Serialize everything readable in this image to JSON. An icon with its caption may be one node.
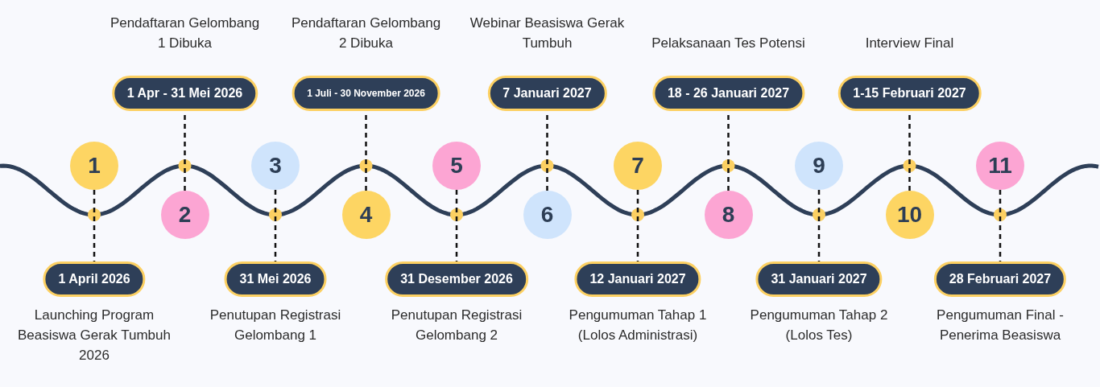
{
  "diagram": {
    "nodes": [
      {
        "text": [
          "1"
        ]
      },
      {
        "text": [
          "1 April 2026"
        ],
        "beside": [
          "Launching Program Beasiswa Gerak Tumbuh 2026"
        ]
      },
      {
        "text": [
          "2"
        ]
      },
      {
        "text": [
          "1 Apr - 31 Mei 2026"
        ],
        "beside": [
          "Pendaftaran Gelombang 1 Dibuka"
        ]
      },
      {
        "text": [
          "3"
        ]
      },
      {
        "text": [
          "31 Mei 2026"
        ],
        "beside": [
          "Penutupan Registrasi Gelombang 1"
        ]
      },
      {
        "text": [
          "4"
        ]
      },
      {
        "text": [
          "1 Juli - 30 November 2026"
        ],
        "beside": [
          "Pendaftaran Gelombang 2 Dibuka"
        ]
      },
      {
        "text": [
          "5"
        ]
      },
      {
        "text": [
          "31 Desember 2026"
        ],
        "beside": [
          "Penutupan Registrasi Gelombang 2"
        ]
      },
      {
        "text": [
          "6"
        ]
      },
      {
        "text": [
          "7 Januari 2027"
        ],
        "beside": [
          "Webinar Beasiswa Gerak Tumbuh"
        ]
      },
      {
        "text": [
          "7"
        ]
      },
      {
        "text": [
          "12 Januari 2027"
        ],
        "beside": [
          "Pengumuman Tahap 1 (Lolos Administrasi)"
        ]
      },
      {
        "text": [
          "8"
        ]
      },
      {
        "text": [
          "18 - 26 Januari 2027"
        ],
        "beside": [
          "Pelaksanaan Tes Potensi"
        ]
      },
      {
        "text": [
          "9"
        ]
      },
      {
        "text": [
          "31 Januari 2027"
        ],
        "beside": [
          "Pengumuman Tahap 2 (Lolos Tes)"
        ]
      },
      {
        "text": [
          "10"
        ]
      },
      {
        "text": [
          "1-15 Februari 2027"
        ],
        "beside": [
          "Interview Final"
        ]
      },
      {
        "text": [
          "11"
        ]
      },
      {
        "text": [
          "28 Februari 2027"
        ],
        "beside": [
          "Pengumuman Final - Penerima Beasiswa"
        ]
      }
    ],
    "edges": [
      {
        "from": 0,
        "to": 1,
        "arrow": "none",
        "style": "dashed"
      },
      {
        "from": 2,
        "to": 3,
        "arrow": "none",
        "style": "dashed"
      },
      {
        "from": 4,
        "to": 5,
        "arrow": "none",
        "style": "dashed"
      },
      {
        "from": 6,
        "to": 7,
        "arrow": "none",
        "style": "dashed"
      },
      {
        "from": 8,
        "to": 9,
        "arrow": "none",
        "style": "dashed"
      },
      {
        "from": 10,
        "to": 11,
        "arrow": "none",
        "style": "dashed"
      },
      {
        "from": 12,
        "to": 13,
        "arrow": "none",
        "style": "dashed"
      },
      {
        "from": 14,
        "to": 15,
        "arrow": "none",
        "style": "dashed"
      },
      {
        "from": 16,
        "to": 17,
        "arrow": "none",
        "style": "dashed"
      },
      {
        "from": 18,
        "to": 19,
        "arrow": "none",
        "style": "dashed"
      },
      {
        "from": 20,
        "to": 21,
        "arrow": "none",
        "style": "dashed"
      }
    ]
  }
}
